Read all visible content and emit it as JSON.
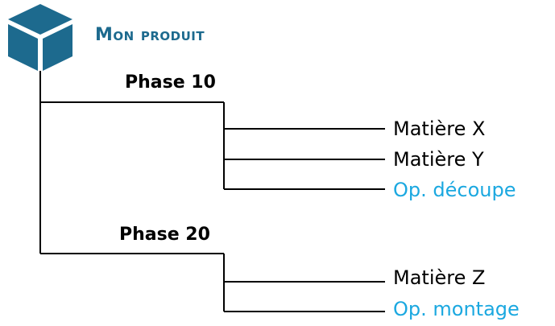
{
  "product": {
    "title": "Mon produit",
    "icon": "box-icon",
    "color": "#1d6a8e"
  },
  "phases": [
    {
      "label": "Phase 10",
      "items": [
        {
          "label": "Matière X",
          "kind": "material"
        },
        {
          "label": "Matière Y",
          "kind": "material"
        },
        {
          "label": "Op. découpe",
          "kind": "operation"
        }
      ]
    },
    {
      "label": "Phase 20",
      "items": [
        {
          "label": "Matière Z",
          "kind": "material"
        },
        {
          "label": "Op. montage",
          "kind": "operation"
        }
      ]
    }
  ],
  "colors": {
    "material_line": "#000000",
    "operation": "#1ba8e0"
  }
}
